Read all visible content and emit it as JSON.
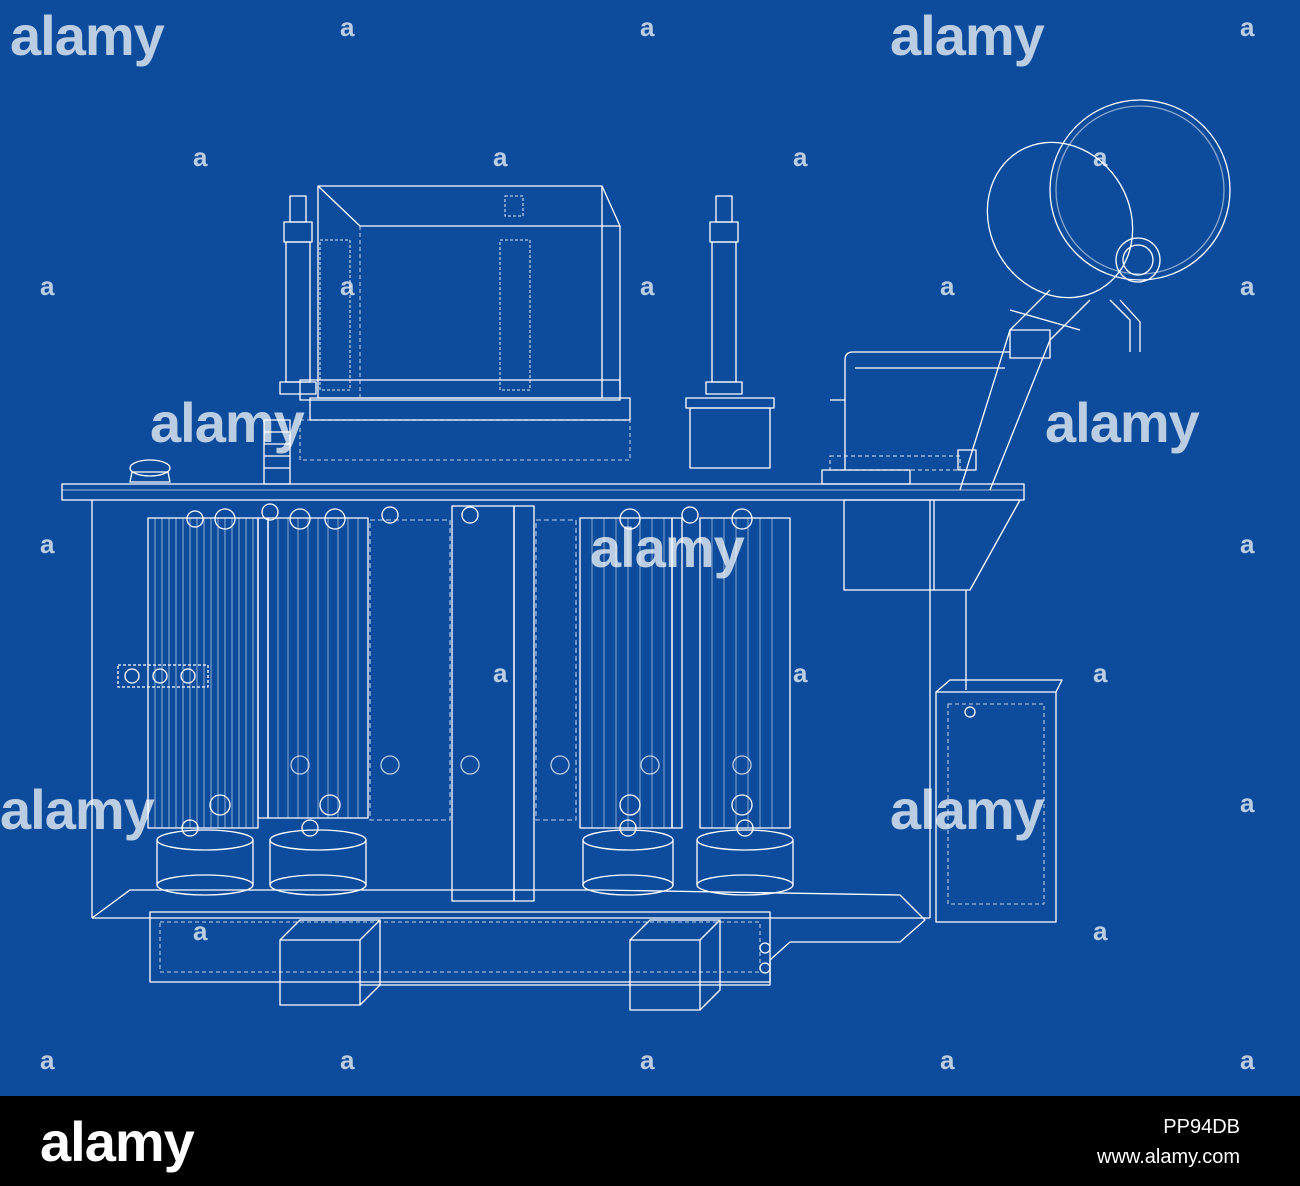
{
  "watermark": {
    "text": "alamy",
    "mark_text": "a"
  },
  "footer": {
    "logo": "alamy",
    "image_id": "PP94DB",
    "url": "www.alamy.com"
  },
  "colors": {
    "background": "#0d4c9c",
    "line": "#ffffff",
    "footer": "#000000"
  }
}
